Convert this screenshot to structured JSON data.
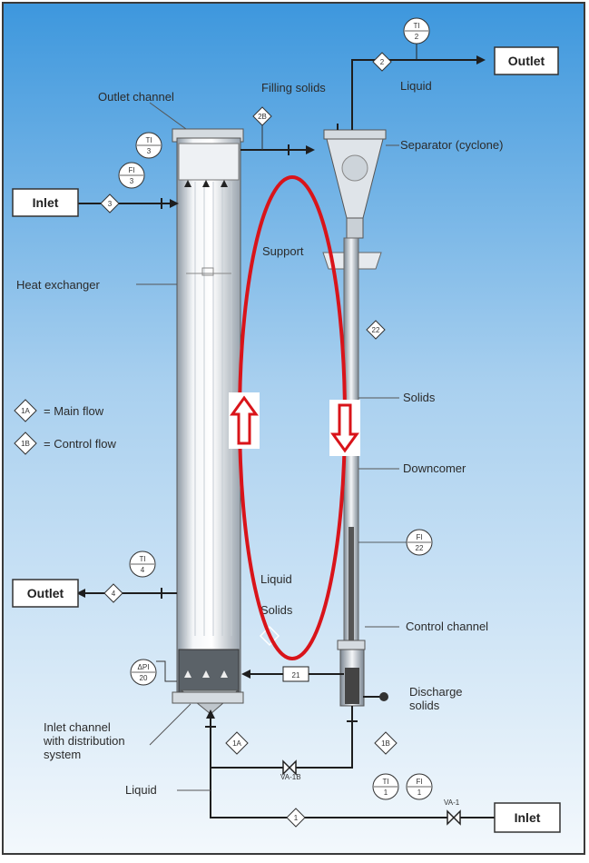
{
  "boxes": {
    "inlet_left": "Inlet",
    "outlet_left": "Outlet",
    "outlet_right": "Outlet",
    "inlet_bottom": "Inlet"
  },
  "labels": {
    "outlet_channel": "Outlet channel",
    "filling_solids": "Filling solids",
    "liquid_top": "Liquid",
    "separator": "Separator (cyclone)",
    "support": "Support",
    "heat_exchanger": "Heat exchanger",
    "solids": "Solids",
    "downcomer": "Downcomer",
    "liquid_mid": "Liquid",
    "solids_mid": "Solids",
    "control_channel": "Control channel",
    "discharge_line1": "Discharge",
    "discharge_line2": "solids",
    "inlet_channel_line1": "Inlet channel",
    "inlet_channel_line2": "with distribution",
    "inlet_channel_line3": "system",
    "liquid_bottom": "Liquid"
  },
  "legend": {
    "main_tag": "1A",
    "main_text": "= Main flow",
    "control_tag": "1B",
    "control_text": "= Control flow"
  },
  "instruments": {
    "ti_top_right_a": "TI",
    "ti_top_right_b": "2",
    "ti_left_a": "TI",
    "ti_left_b": "3",
    "fi_left_a": "FI",
    "fi_left_b": "3",
    "ti_outlet_a": "TI",
    "ti_outlet_b": "4",
    "dpi_a": "ΔPI",
    "dpi_b": "20",
    "fi_mid_a": "FI",
    "fi_mid_b": "22",
    "ti_bottom_a": "TI",
    "ti_bottom_b": "1",
    "fi_bottom_a": "FI",
    "fi_bottom_b": "1"
  },
  "tags": {
    "d2": "2",
    "d3": "3",
    "d4": "4",
    "d1": "1",
    "d2b": "2B",
    "d22": "22",
    "d1a": "1A",
    "d1b": "1B",
    "valve_1b": "VA-1B",
    "valve_1": "VA-1",
    "box_21": "21"
  },
  "colors": {
    "sky_top": "#3d97dd",
    "sky_bottom": "#eef5fb",
    "loop": "#d9141a",
    "pipe": "#1e1e1e"
  }
}
